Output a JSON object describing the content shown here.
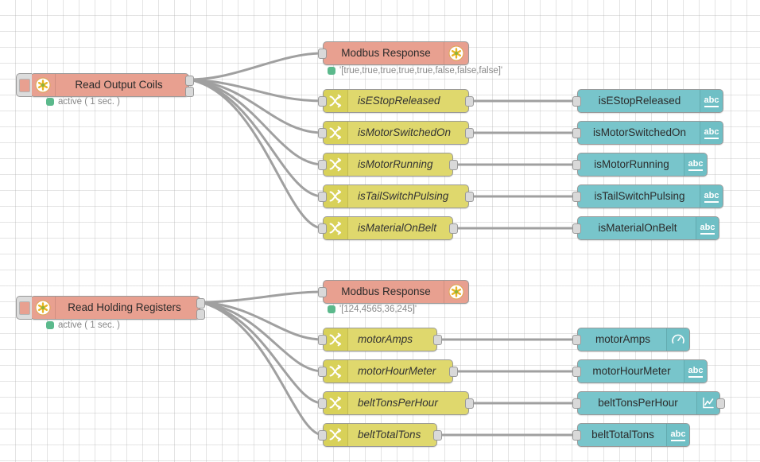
{
  "canvas": {
    "grid_color": "#a0a0a0",
    "background": "#ffffff",
    "wire_color": "#a0a0a0"
  },
  "palette": {
    "modbus_node": "#e8a090",
    "change_node": "#dfd86d",
    "dashboard_node": "#78c5cb",
    "status_dot": "#5bb98c",
    "port": "#d9d9d9"
  },
  "flows": [
    {
      "id": "output-coils",
      "source": {
        "name": "Read Output Coils",
        "icon": "modbus-asterisk-icon",
        "status": "active ( 1 sec. )",
        "status_dot": "green"
      },
      "response": {
        "name": "Modbus Response",
        "icon": "modbus-asterisk-icon",
        "status": "'[true,true,true,true,true,false,false,false]'",
        "status_dot": "green"
      },
      "rows": [
        {
          "change": "isEStopReleased",
          "ui": "isEStopReleased",
          "ui_icon": "abc-text-icon"
        },
        {
          "change": "isMotorSwitchedOn",
          "ui": "isMotorSwitchedOn",
          "ui_icon": "abc-text-icon"
        },
        {
          "change": "isMotorRunning",
          "ui": "isMotorRunning",
          "ui_icon": "abc-text-icon"
        },
        {
          "change": "isTailSwitchPulsing",
          "ui": "isTailSwitchPulsing",
          "ui_icon": "abc-text-icon"
        },
        {
          "change": "isMaterialOnBelt",
          "ui": "isMaterialOnBelt",
          "ui_icon": "abc-text-icon"
        }
      ]
    },
    {
      "id": "holding-registers",
      "source": {
        "name": "Read Holding Registers",
        "icon": "modbus-asterisk-icon",
        "status": "active ( 1 sec. )",
        "status_dot": "green"
      },
      "response": {
        "name": "Modbus Response",
        "icon": "modbus-asterisk-icon",
        "status": "'[124,4565,36,245]'",
        "status_dot": "green"
      },
      "rows": [
        {
          "change": "motorAmps",
          "ui": "motorAmps",
          "ui_icon": "gauge-icon"
        },
        {
          "change": "motorHourMeter",
          "ui": "motorHourMeter",
          "ui_icon": "abc-text-icon"
        },
        {
          "change": "beltTonsPerHour",
          "ui": "beltTonsPerHour",
          "ui_icon": "chart-line-icon"
        },
        {
          "change": "beltTotalTons",
          "ui": "beltTotalTons",
          "ui_icon": "abc-text-icon"
        }
      ]
    }
  ]
}
